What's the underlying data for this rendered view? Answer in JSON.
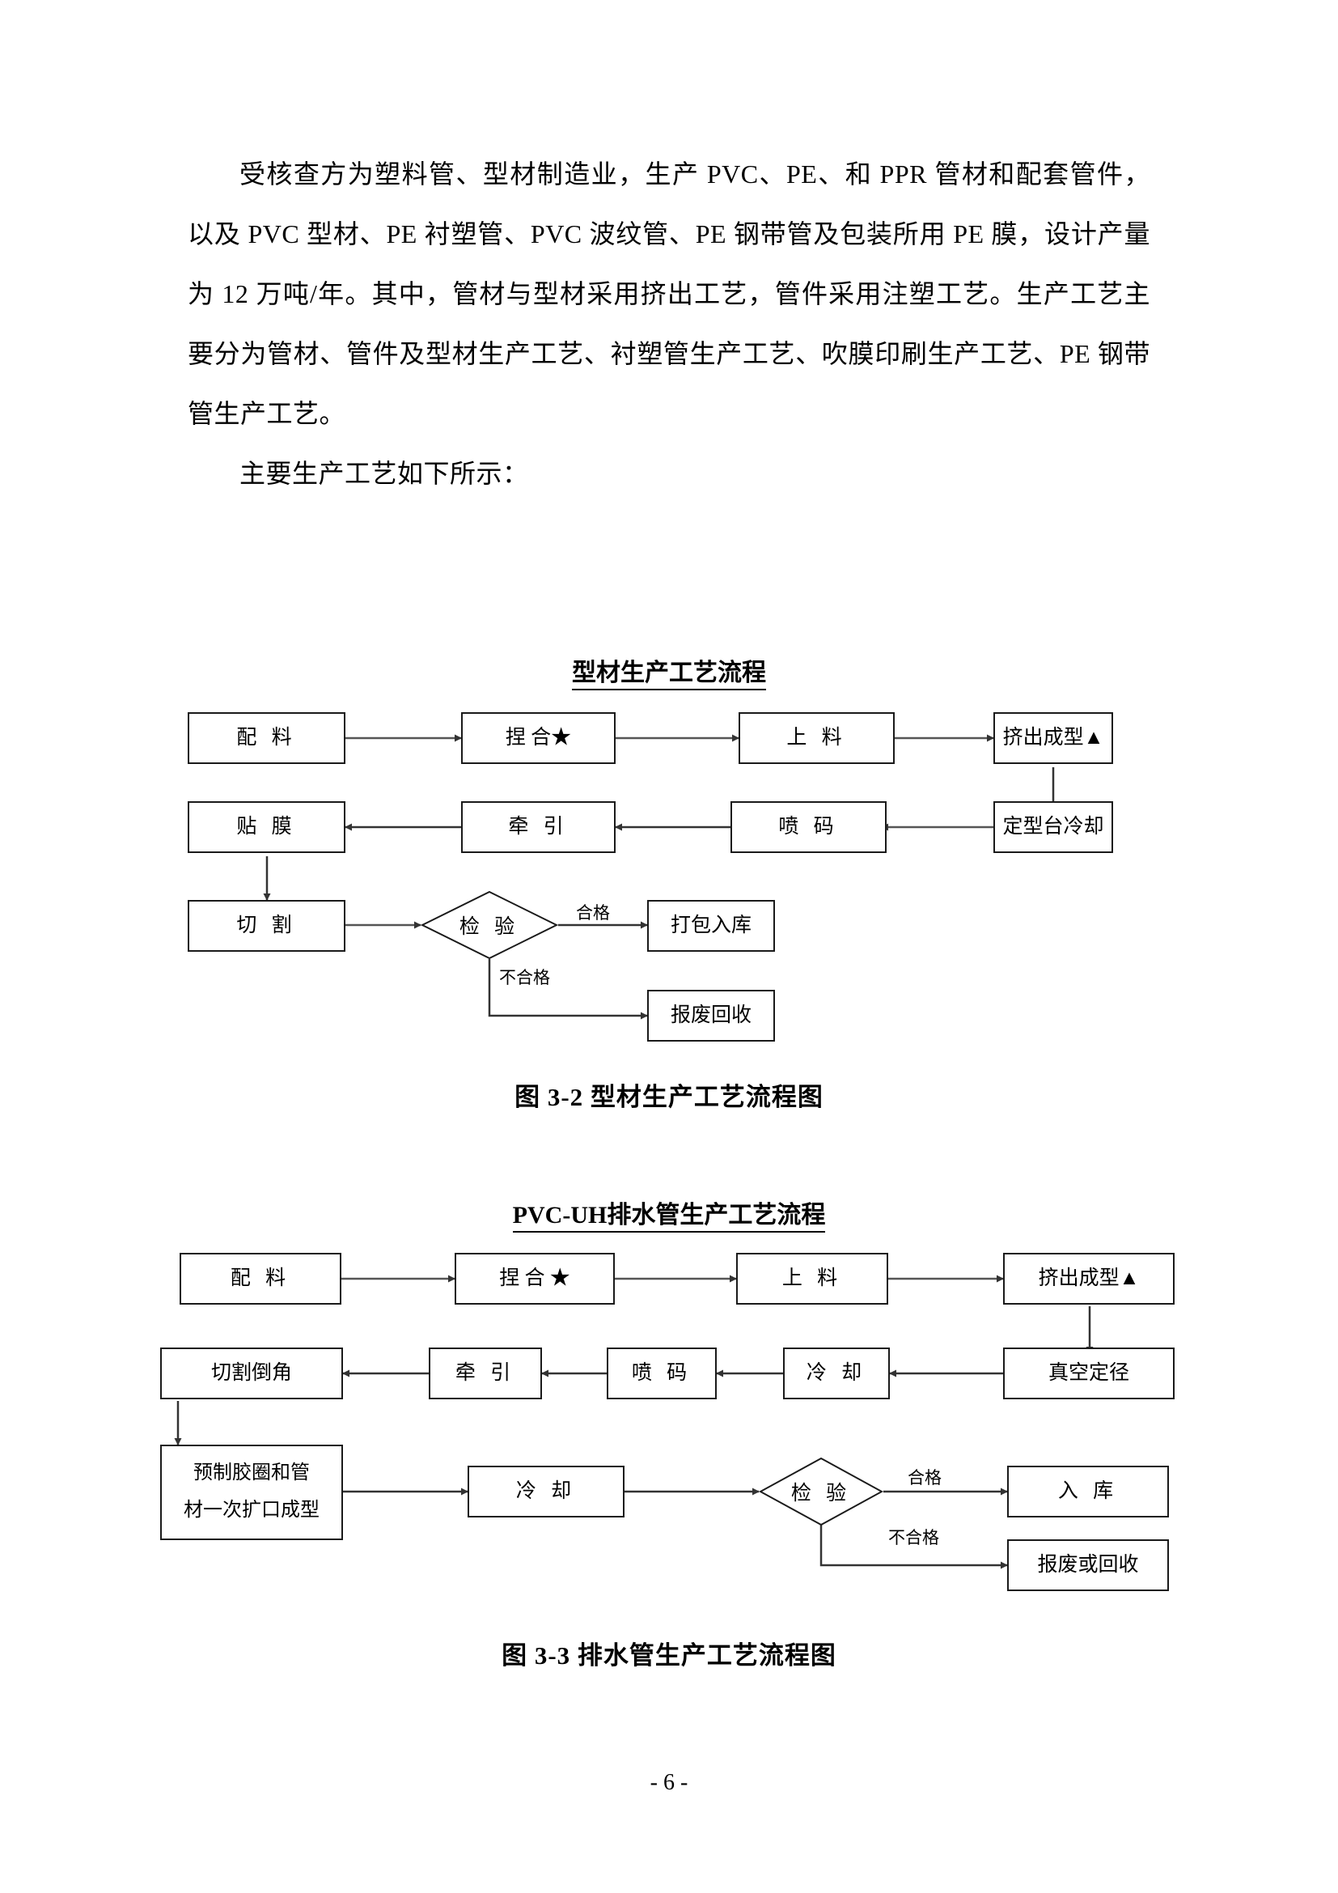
{
  "document": {
    "page_number": "- 6 -",
    "paragraphs": [
      "受核查方为塑料管、型材制造业，生产 PVC、PE、和 PPR 管材和配套管件，以及 PVC 型材、PE 衬塑管、PVC 波纹管、PE 钢带管及包装所用 PE 膜，设计产量为 12 万吨/年。其中，管材与型材采用挤出工艺，管件采用注塑工艺。生产工艺主要分为管材、管件及型材生产工艺、衬塑管生产工艺、吹膜印刷生产工艺、PE 钢带管生产工艺。",
      "主要生产工艺如下所示："
    ]
  },
  "figure1": {
    "title": "型材生产工艺流程",
    "caption": "图 3-2  型材生产工艺流程图",
    "nodes": {
      "n1": "配 料",
      "n2": "捏 合★",
      "n3": "上 料",
      "n4": "挤出成型▲",
      "n5": "定型台冷却",
      "n6": "喷 码",
      "n7": "牵 引",
      "n8": "贴 膜",
      "n9": "切 割",
      "n10": "检 验",
      "n11": "打包入库",
      "n12": "报废回收"
    },
    "edge_labels": {
      "pass": "合格",
      "fail": "不合格"
    }
  },
  "figure2": {
    "title_prefix": "PVC-UH",
    "title_rest": "排水管生产工艺流程",
    "caption": "图 3-3  排水管生产工艺流程图",
    "nodes": {
      "n1": "配 料",
      "n2": "捏 合 ★",
      "n3": "上 料",
      "n4": "挤出成型▲",
      "n5": "真空定径",
      "n6": "冷 却",
      "n7": "喷 码",
      "n8": "牵 引",
      "n9": "切割倒角",
      "n10_line1": "预制胶圈和管",
      "n10_line2": "材一次扩口成型",
      "n11": "冷 却",
      "n12": "检 验",
      "n13": "入 库",
      "n14": "报废或回收"
    },
    "edge_labels": {
      "pass": "合格",
      "fail": "不合格"
    }
  }
}
